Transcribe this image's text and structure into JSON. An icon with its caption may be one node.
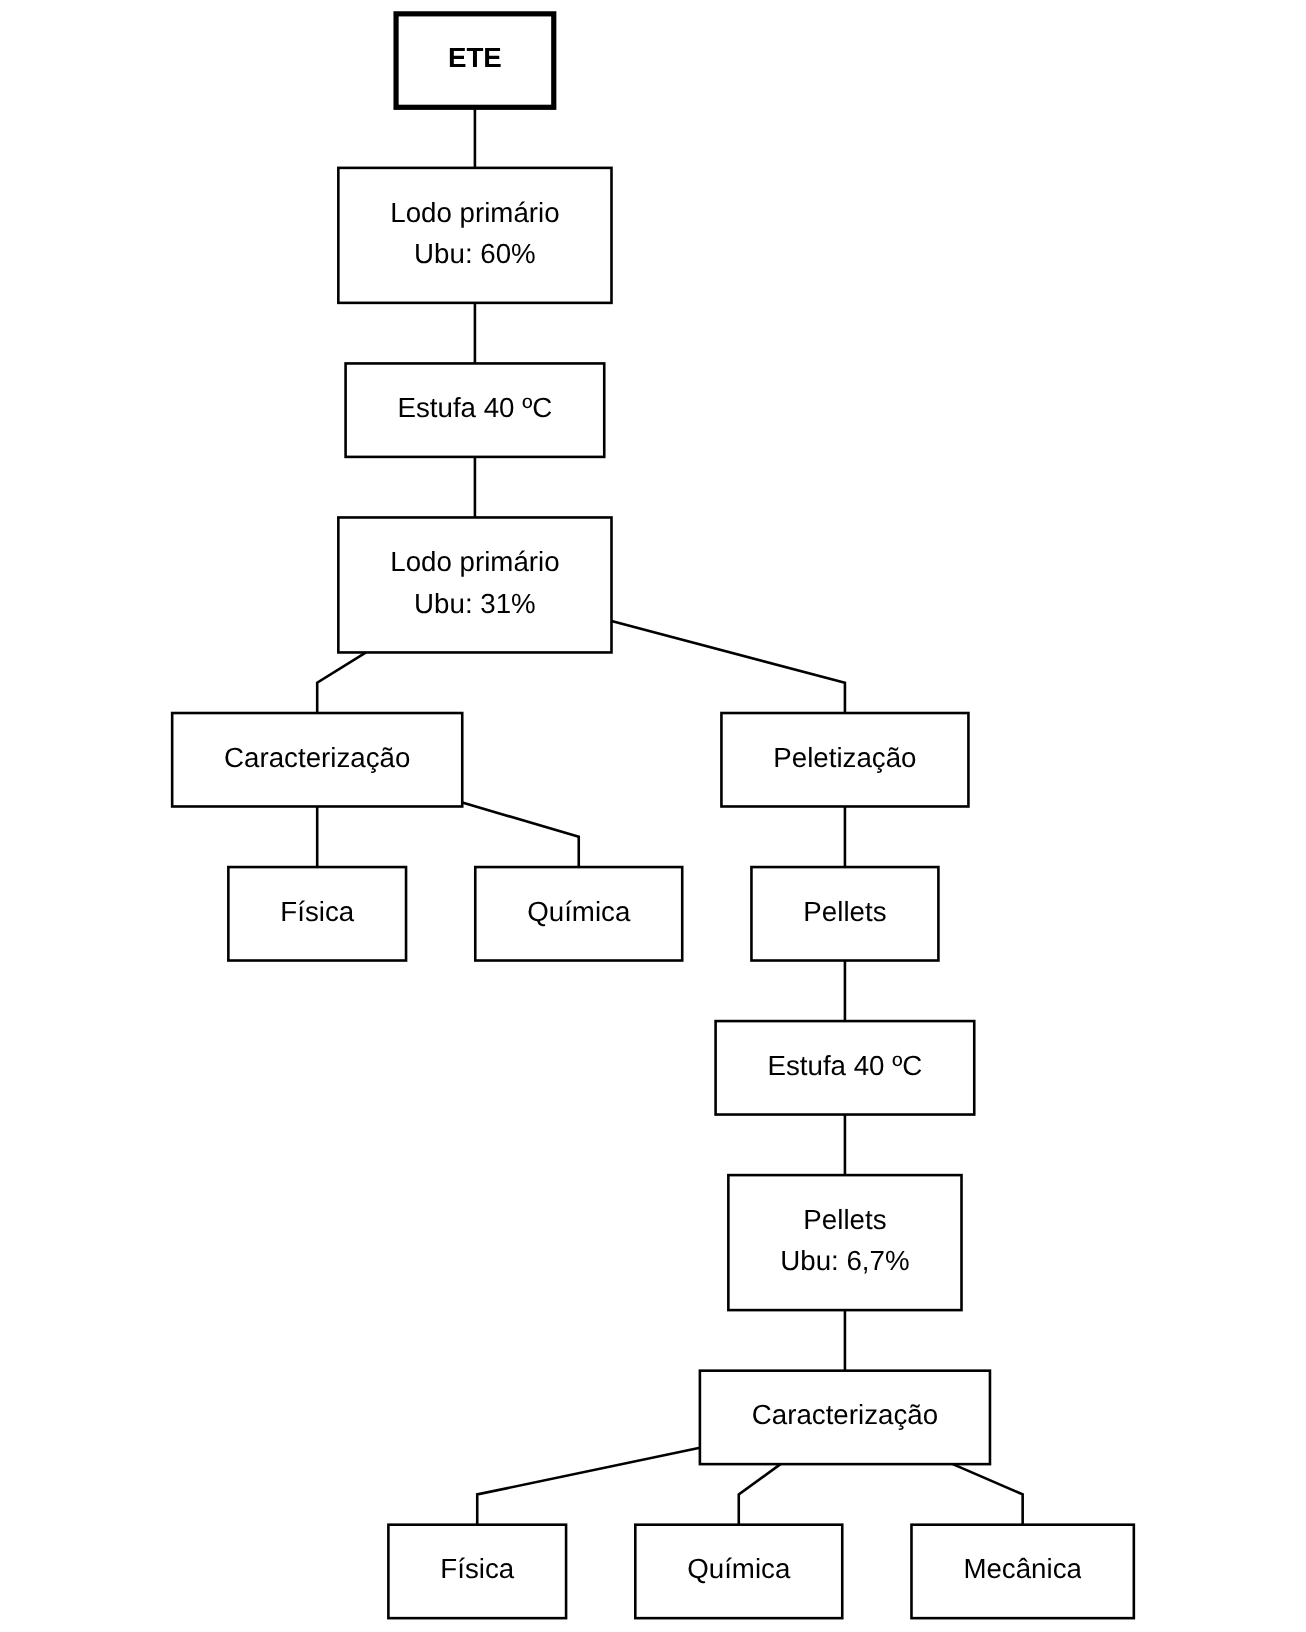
{
  "diagram": {
    "nodes": [
      {
        "text": [
          "ETE"
        ]
      },
      {
        "text": [
          "Lodo primário",
          "Ubu: 60%"
        ]
      },
      {
        "text": [
          "Estufa 40 ºC"
        ]
      },
      {
        "text": [
          "Lodo primário",
          "Ubu: 31%"
        ]
      },
      {
        "text": [
          "Caracterização"
        ]
      },
      {
        "text": [
          "Peletização"
        ]
      },
      {
        "text": [
          "Física"
        ]
      },
      {
        "text": [
          "Química"
        ]
      },
      {
        "text": [
          "Pellets"
        ]
      },
      {
        "text": [
          "Estufa 40 ºC"
        ]
      },
      {
        "text": [
          "Pellets",
          "Ubu: 6,7%"
        ]
      },
      {
        "text": [
          "Caracterização"
        ]
      },
      {
        "text": [
          "Física"
        ]
      },
      {
        "text": [
          "Química"
        ]
      },
      {
        "text": [
          "Mecânica"
        ]
      }
    ],
    "edges": [
      {
        "from": 0,
        "to": 1,
        "arrow": "none"
      },
      {
        "from": 1,
        "to": 2,
        "arrow": "none"
      },
      {
        "from": 2,
        "to": 3,
        "arrow": "none"
      },
      {
        "from": 3,
        "to": 4,
        "arrow": "none"
      },
      {
        "from": 3,
        "to": 5,
        "arrow": "none"
      },
      {
        "from": 4,
        "to": 6,
        "arrow": "none"
      },
      {
        "from": 4,
        "to": 7,
        "arrow": "none"
      },
      {
        "from": 5,
        "to": 8,
        "arrow": "none"
      },
      {
        "from": 8,
        "to": 9,
        "arrow": "none"
      },
      {
        "from": 9,
        "to": 10,
        "arrow": "none"
      },
      {
        "from": 10,
        "to": 11,
        "arrow": "none"
      },
      {
        "from": 11,
        "to": 12,
        "arrow": "none"
      },
      {
        "from": 11,
        "to": 13,
        "arrow": "none"
      },
      {
        "from": 11,
        "to": 14,
        "arrow": "none"
      }
    ]
  }
}
